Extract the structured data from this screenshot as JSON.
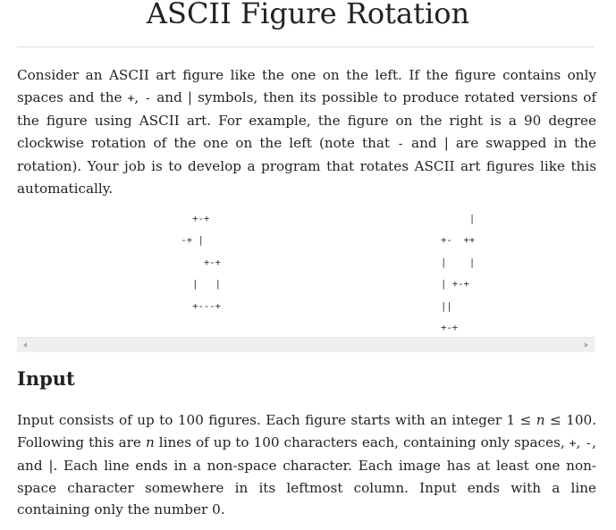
{
  "title": "ASCII Figure Rotation",
  "intro": {
    "t1": "Consider an ASCII art figure like the one on the left. If the figure contains only spaces and the ",
    "c1": "+",
    "t2": ", ",
    "c2": "-",
    "t3": " and ",
    "c3": "|",
    "t4": " symbols, then its possible to produce rotated versions of the figure using ASCII art. For example, the figure on the right is a 90 degree clockwise rotation of the one on the left (note that ",
    "c4": "-",
    "t5": " and ",
    "c5": "|",
    "t6": " are swapped in the rotation). Your job is to develop a program that rotates ASCII art figures like this automatically."
  },
  "figures": {
    "left": "   +-+\n -+ |\n     +-+\n   |   |\n   +---+",
    "right": "     |\n+-  ++\n|    |\n| +-+\n||\n+-+"
  },
  "input_section": {
    "heading": "Input",
    "t1": "Input consists of up to 100 figures. Each figure starts with an integer ",
    "math1": "1 ≤ ",
    "math1_var": "n",
    "math1_end": " ≤ 100",
    "t2": ". Following this are ",
    "var2": "n",
    "t3": " lines of up to 100 characters each, containing only spaces, ",
    "c1": "+",
    "t4": ", ",
    "c2": "-",
    "t5": ", and ",
    "c3": "|",
    "t6": ". Each line ends in a non-space character. Each image has at least one non-space character somewhere in its leftmost column. Input ends with a line containing only the number ",
    "num": "0",
    "t7": "."
  },
  "icons": {
    "scroll_left": "triangle-left",
    "scroll_right": "triangle-right"
  }
}
